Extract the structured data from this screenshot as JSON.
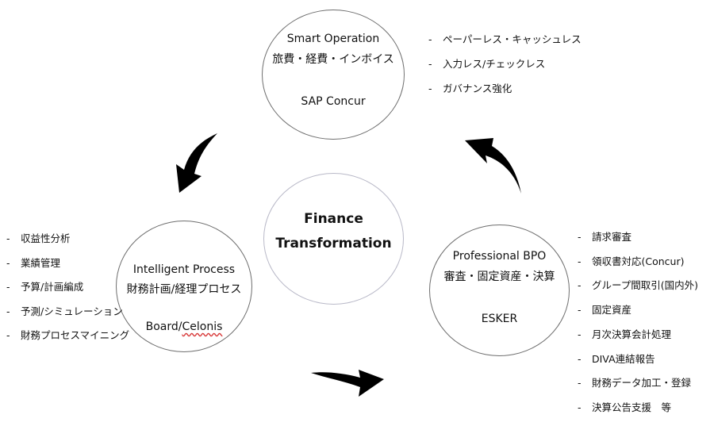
{
  "circles": {
    "top": {
      "line1": "Smart Operation",
      "line2": "旅費・経費・インボイス",
      "line3": "SAP Concur"
    },
    "center": {
      "line1": "Finance",
      "line2": "Transformation"
    },
    "left": {
      "line1": "Intelligent Process",
      "line2": "財務計画/経理プロセス",
      "line3a": "Board/",
      "line3b": "Celonis"
    },
    "right": {
      "line1": "Professional BPO",
      "line2": "審査・固定資産・決算",
      "line3": "ESKER"
    }
  },
  "lists": {
    "top": [
      "ペーパーレス・キャッシュレス",
      "入力レス/チェックレス",
      "ガバナンス強化"
    ],
    "left": [
      "収益性分析",
      "業績管理",
      "予算/計画編成",
      "予測/シミュレーション",
      "財務プロセスマイニング"
    ],
    "right": [
      "請求審査",
      "領収書対応(Concur)",
      "グループ間取引(国内外)",
      "固定資産",
      "月次決算会計処理",
      "DIVA連結報告",
      "財務データ加工・登録",
      "決算公告支援　等"
    ]
  },
  "bullet": "-"
}
